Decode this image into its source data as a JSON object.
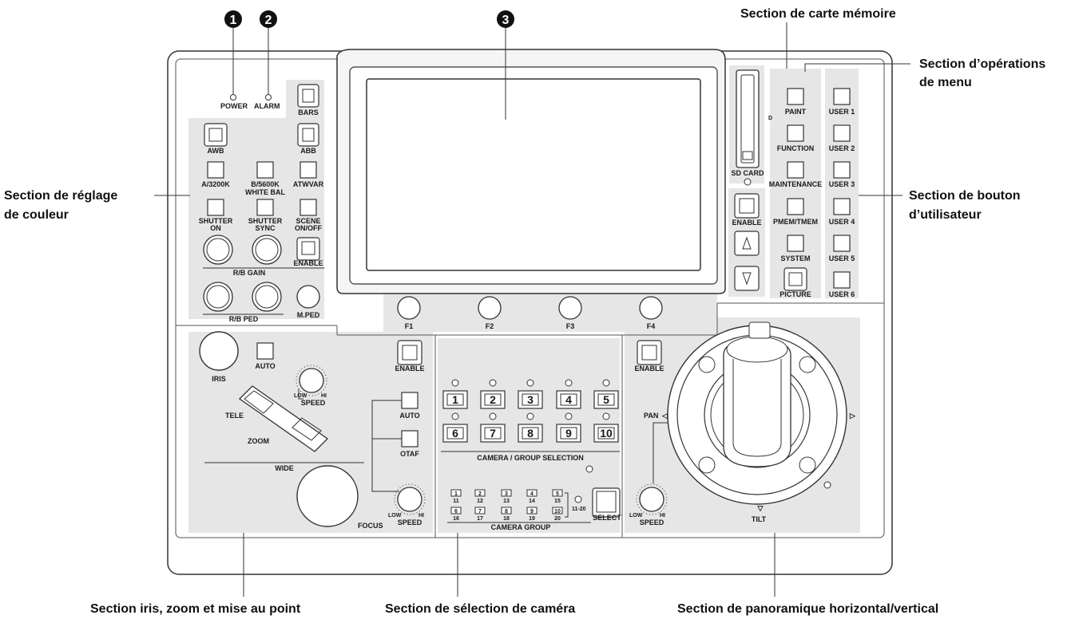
{
  "callouts": {
    "badge_1": "1",
    "badge_2": "2",
    "badge_3": "3",
    "memory_card": "Section de carte mémoire",
    "menu_ops_1": "Section d’opérations",
    "menu_ops_2": "de menu",
    "color_adj_1": "Section de réglage",
    "color_adj_2": "de couleur",
    "user_btn_1": "Section de bouton",
    "user_btn_2": "d’utilisateur",
    "iris_zoom_focus": "Section iris, zoom et mise au point",
    "camera_select": "Section de sélection de caméra",
    "pan_tilt": "Section de panoramique horizontal/vertical"
  },
  "panel": {
    "power": "POWER",
    "alarm": "ALARM",
    "bars": "BARS",
    "awb": "AWB",
    "abb": "ABB",
    "a3200k": "A/3200K",
    "b5600k": "B/5600K",
    "white_bal": "WHITE BAL",
    "atwvar": "ATWVAR",
    "shutter_on_1": "SHUTTER",
    "shutter_on_2": "ON",
    "shutter_sync_1": "SHUTTER",
    "shutter_sync_2": "SYNC",
    "scene_1": "SCENE",
    "scene_2": "ON/OFF",
    "enable": "ENABLE",
    "rb_gain": "R/B GAIN",
    "rb_ped": "R/B PED",
    "mped": "M.PED",
    "f1": "F1",
    "f2": "F2",
    "f3": "F3",
    "f4": "F4",
    "sd_card": "SD CARD",
    "paint": "PAINT",
    "function": "FUNCTION",
    "maintenance": "MAINTENANCE",
    "pmem": "PMEM/TMEM",
    "system": "SYSTEM",
    "picture": "PICTURE",
    "users": [
      "USER 1",
      "USER 2",
      "USER 3",
      "USER 4",
      "USER 5",
      "USER 6"
    ],
    "iris": "IRIS",
    "auto": "AUTO",
    "otaf": "OTAF",
    "speed": "SPEED",
    "low": "LOW",
    "hi": "HI",
    "tele": "TELE",
    "zoom": "ZOOM",
    "wide": "WIDE",
    "focus": "FOCUS",
    "camera_numbers": [
      "1",
      "2",
      "3",
      "4",
      "5",
      "6",
      "7",
      "8",
      "9",
      "10"
    ],
    "cam_group_selection": "CAMERA / GROUP SELECTION",
    "group_top": [
      "1",
      "2",
      "3",
      "4",
      "5",
      "6",
      "7",
      "8",
      "9",
      "10"
    ],
    "group_bottom": [
      "11",
      "12",
      "13",
      "14",
      "15",
      "16",
      "17",
      "18",
      "19",
      "20"
    ],
    "range_1120": "11-20",
    "select": "SELECT",
    "camera_group": "CAMERA GROUP",
    "pan": "PAN",
    "tilt": "TILT"
  }
}
